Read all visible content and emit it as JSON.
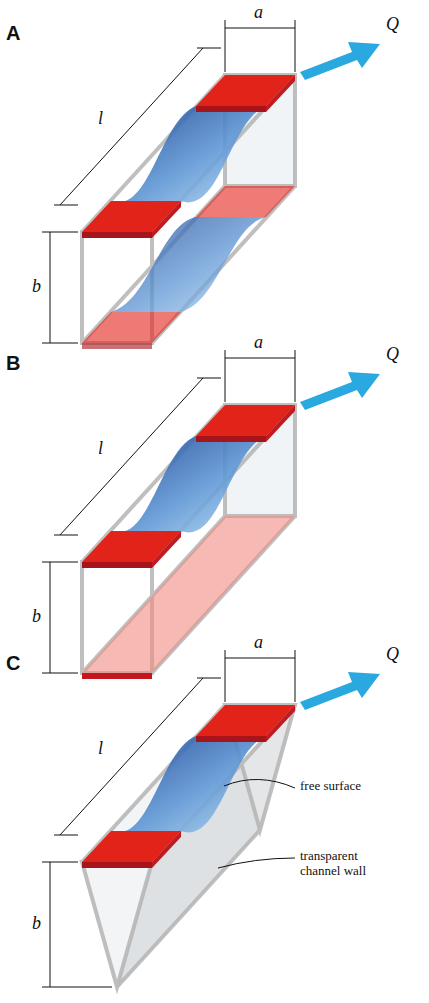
{
  "diagram": {
    "labels": [
      "A",
      "a",
      "l",
      "b",
      "Q",
      "B",
      "a",
      "l",
      "b",
      "Q",
      "C",
      "a",
      "l",
      "b",
      "Q",
      "free surface",
      "transparent channel wall"
    ]
  }
}
